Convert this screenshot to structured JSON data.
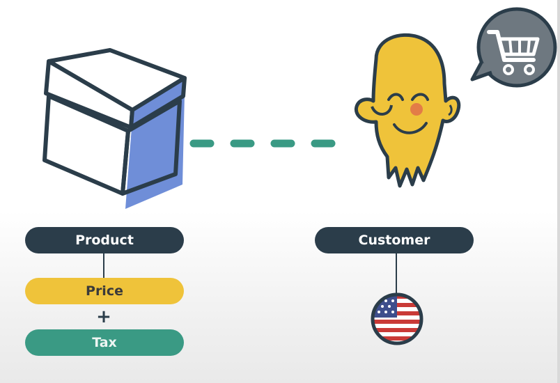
{
  "product": {
    "label": "Product"
  },
  "price": {
    "label": "Price"
  },
  "plus": {
    "symbol": "+"
  },
  "tax": {
    "label": "Tax"
  },
  "customer": {
    "label": "Customer"
  },
  "icons": {
    "box": "box-icon",
    "customer": "customer-face-icon",
    "cart": "shopping-cart-icon",
    "flag": "us-flag-icon"
  },
  "colors": {
    "dark": "#2b3d4a",
    "yellow": "#efc33a",
    "green": "#3a9a84",
    "box_side": "#6f8ed8",
    "bubble": "#6e7880",
    "flag_red": "#c93a37",
    "flag_blue": "#3d4e8c"
  }
}
